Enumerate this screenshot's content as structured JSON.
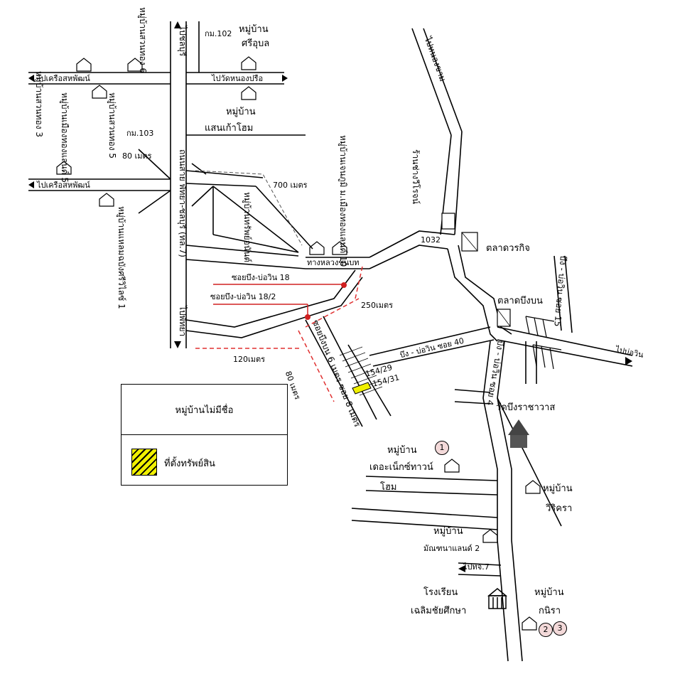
{
  "labels": {
    "km102": "กม.102",
    "km103": "กม.103",
    "sriubon_1": "หมู่บ้าน",
    "sriubon_2": "ศรีอุบล",
    "saenkao_1": "หมู่บ้าน",
    "saenkao_2": "แสนเก้าโฮม",
    "to_wat_nong": "ไปวัดหนองปรือ",
    "to_khlong": "ไปเครือสหพัฒน์",
    "to_khlong2": "ไปเครือสหพัฒน์",
    "m80": "80 เมตร",
    "m700": "700 เมตร",
    "m250": "250เมตร",
    "m120": "120เมตร",
    "m80b": "80 เมตร",
    "soi18": "ซอยบึง-บ่อวิน 18",
    "soi18_2": "ซอยบึง-บ่อวิน 18/2",
    "talat_worakit": "ตลาดวรกิจ",
    "talat_bueng": "ตลาดบึงบน",
    "r1032": "1032",
    "lot1": "154/29",
    "lot2": "154/31",
    "wat": "วัดบึงราชาวาส",
    "next_town_1": "หมู่บ้าน",
    "next_town_2": "เดอะเน็กซ์ทาวน์",
    "next_town_3": "โฮม",
    "wirikra_1": "หมู่บ้าน",
    "wirikra_2": "วิริครา",
    "manchana_1": "หมู่บ้าน",
    "manchana_2": "มัณฑนาแลนด์ 2",
    "school_1": "โรงเรียน",
    "school_2": "เฉลิมชัยศึกษา",
    "kanira_1": "หมู่บ้าน",
    "kanira_2": "กนิรา",
    "to_bowin": "ไปบ่อวิน",
    "to_ror7": "ไปทจ.7",
    "soi40": "บึง - บ่อวิน ซอย 40",
    "road_khang": "ทางหลวงชนบท",
    "v_suanthong3": "หมู่บ้านสวนทอง 3",
    "v_suanthong6": "หมู่บ้านสวนทอง 6",
    "v_mueangthong5": "หมู่บ้านเมืองทองแลนด์ 5",
    "v_suanthong5": "หมู่บ้านสวนทอง 5",
    "v_plaeng": "หมู่บ้านแหลมฉบังศรีวิไลซ์ 1",
    "v_supmanee": "หมู่บ้านทรัพย์อนันต์",
    "v_pruksa": "หมู่บ้านเจนภูมิ ม.เมืองทองแลนด์ 10",
    "v_shop": "ร้านช่างวีโรจน์",
    "v_sukhumvit": "ถนนสาย พัทยา-ชลบุรี (ทล.7)",
    "v_to_pattaya": "ไปพัทยา",
    "v_to_chonburi": "ไปชลบุรี",
    "v_soi": "ซอยบึงบน 6 เมตร ซอย 8 เมตร",
    "v_to_north": "ไปหนองขาม",
    "v_soi15": "บึง - บ่อวิน ซอย 15",
    "v_soi_bowin": "บึง - บ่อวิน ซอย 4"
  },
  "legend": {
    "unnamed_village": "หมู่บ้านไม่มีชื่อ",
    "property_location": "ที่ตั้งทรัพย์สิน"
  },
  "markers": [
    "1",
    "2",
    "3"
  ],
  "colors": {
    "route": "#e03030",
    "property": "#f0f000",
    "road": "#000000"
  }
}
